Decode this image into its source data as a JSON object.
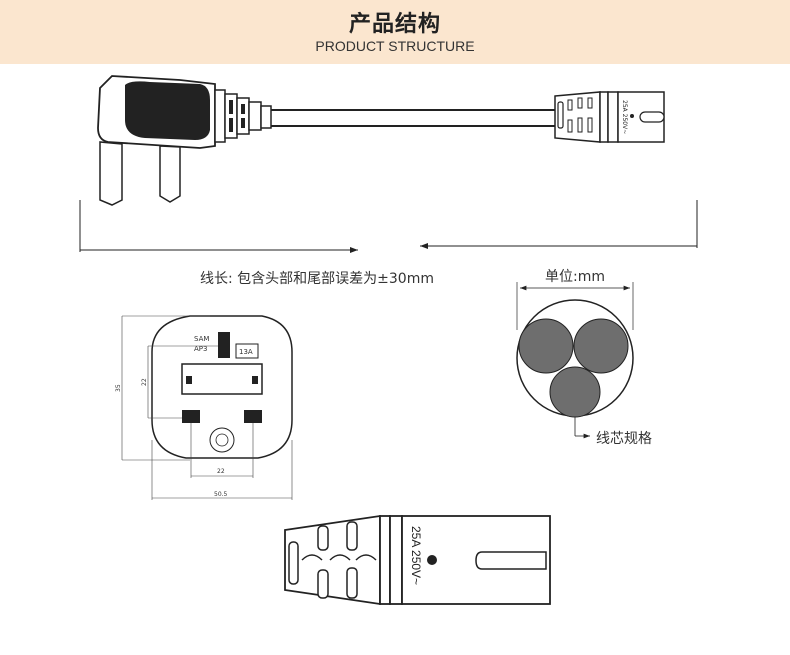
{
  "header": {
    "title": "产品结构",
    "subtitle": "PRODUCT STRUCTURE"
  },
  "cable_length_note": "线长: 包含头部和尾部误差为±30mm",
  "cross_section": {
    "unit_label": "单位:mm",
    "core_label": "线芯规格"
  },
  "plug_front": {
    "brand_line1": "SAM",
    "brand_line2": "AP3",
    "fuse_rating": "13A",
    "dim_height": "35",
    "dim_pin_height": "22",
    "dim_pin_spacing": "22",
    "dim_width": "50.5"
  },
  "connector": {
    "rating_label": "25A 250V~",
    "rating_small": "25A 250V~"
  },
  "colors": {
    "header_bg": "#fbe6cf",
    "line": "#222222",
    "core_fill": "#6e6e6e"
  }
}
